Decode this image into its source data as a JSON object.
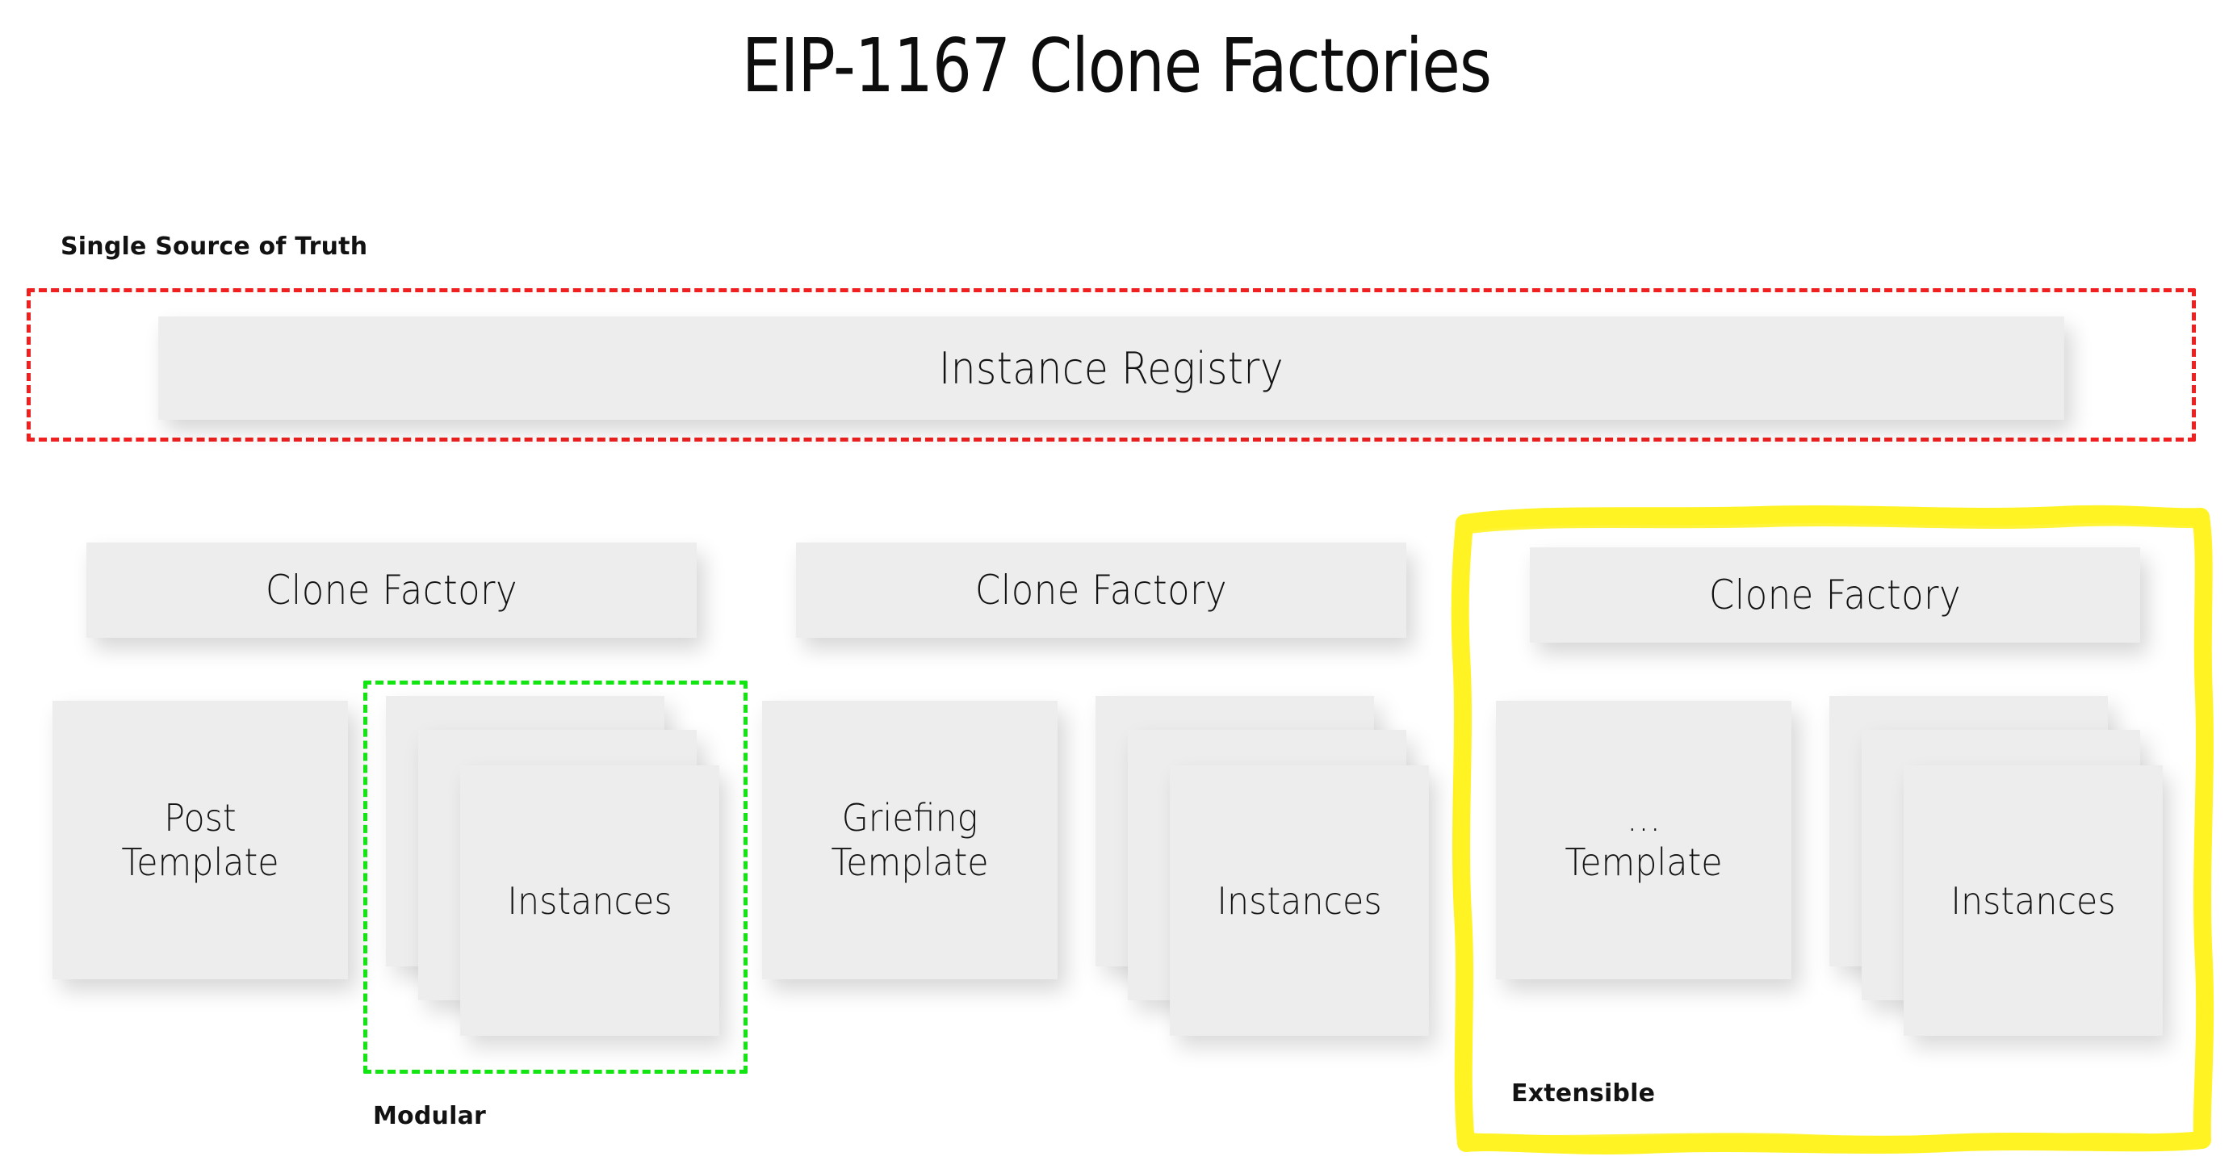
{
  "title": "EIP-1167 Clone Factories",
  "annotations": {
    "single_source_of_truth": "Single Source of Truth",
    "modular": "Modular",
    "extensible": "Extensible"
  },
  "registry": {
    "label": "Instance Registry"
  },
  "columns": [
    {
      "factory_label": "Clone Factory",
      "template_line1": "Post",
      "template_line2": "Template",
      "instances_label": "Instances",
      "instance_card_count": 3,
      "highlighted": false
    },
    {
      "factory_label": "Clone Factory",
      "template_line1": "Griefing",
      "template_line2": "Template",
      "instances_label": "Instances",
      "instance_card_count": 3,
      "highlighted": false
    },
    {
      "factory_label": "Clone Factory",
      "template_line1": "…",
      "template_line2": "Template",
      "instances_label": "Instances",
      "instance_card_count": 3,
      "highlighted": true
    }
  ],
  "colors": {
    "background": "#ffffff",
    "card_fill": "#ededed",
    "text": "#131313",
    "source_of_truth_border": "#f02020",
    "modular_border": "#13e513",
    "extensible_highlight": "#fff323"
  }
}
